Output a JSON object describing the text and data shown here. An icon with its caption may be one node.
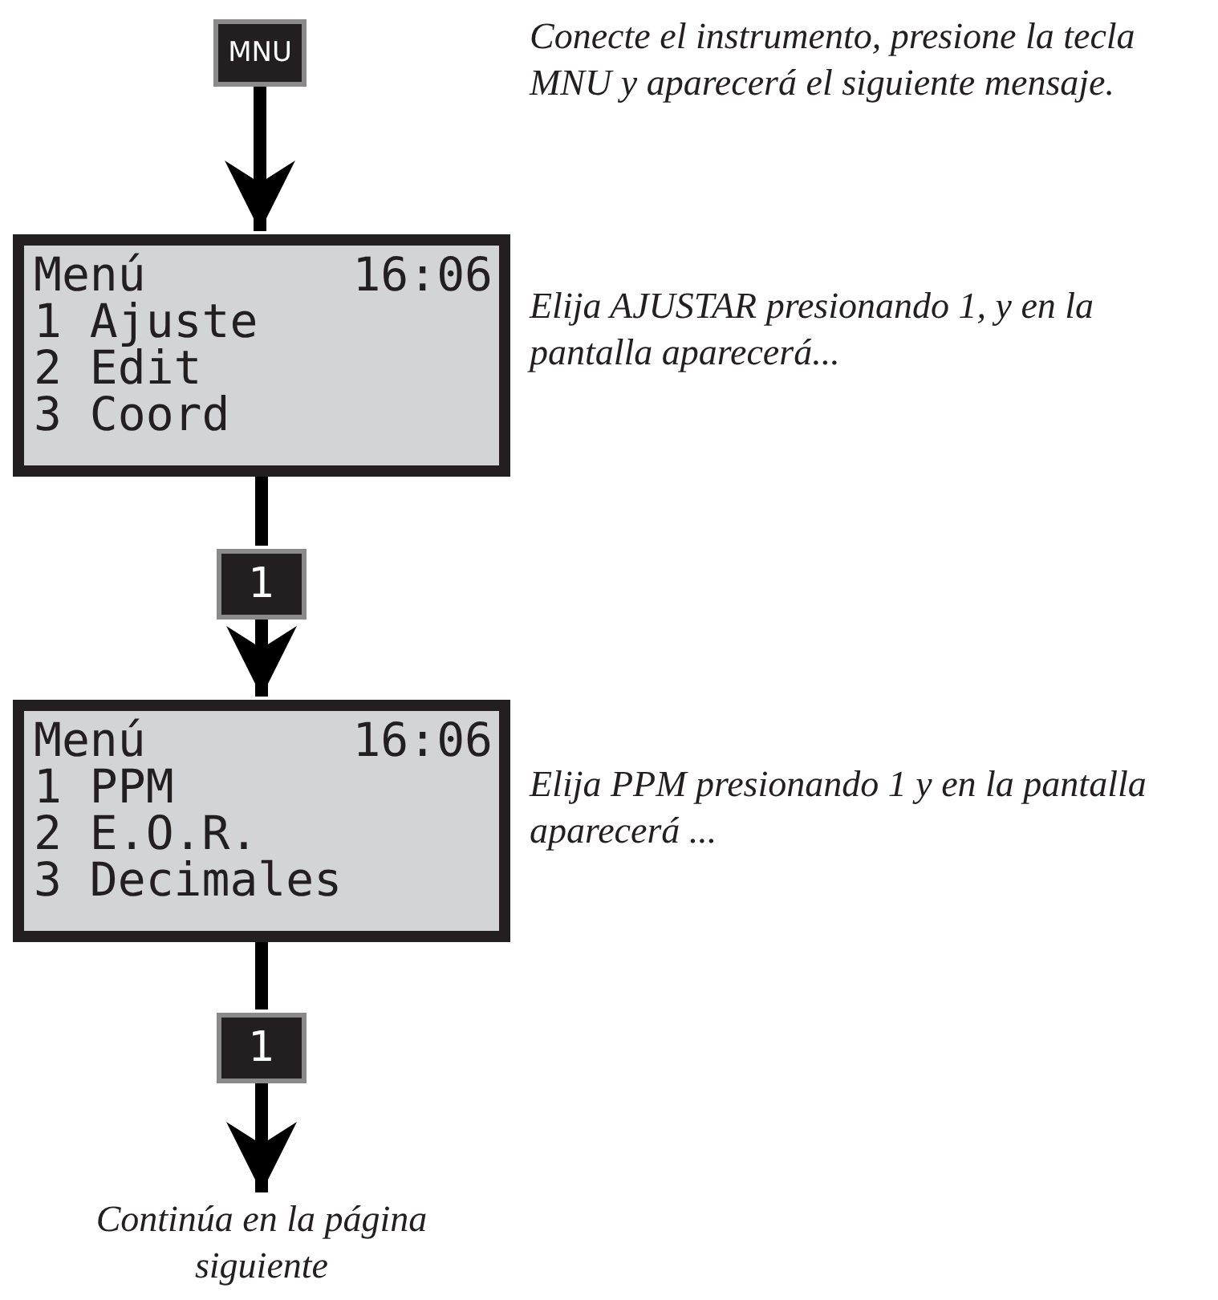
{
  "diagram": {
    "nodes": [
      {
        "text": [
          "MNU"
        ]
      },
      {
        "text": [
          "Menú",
          "16:06",
          "1 Ajuste",
          "2 Edit",
          "3 Coord"
        ],
        "beside": [
          "Elija AJUSTAR presionando 1, y en la pantalla aparecerá..."
        ]
      },
      {
        "text": [
          "1"
        ]
      },
      {
        "text": [
          "Menú",
          "16:06",
          "1 PPM",
          "2 E.O.R.",
          "3 Decimales"
        ],
        "beside": [
          "Elija PPM presionando 1 y en la pantalla aparecerá ..."
        ]
      },
      {
        "text": [
          "1"
        ]
      },
      {
        "text": [
          "Continúa en la página siguiente"
        ]
      }
    ],
    "edges": [
      {
        "from": 0,
        "to": 1,
        "arrow": "to"
      },
      {
        "from": 1,
        "to": 2,
        "arrow": "none"
      },
      {
        "from": 2,
        "to": 3,
        "arrow": "to"
      },
      {
        "from": 3,
        "to": 4,
        "arrow": "none"
      },
      {
        "from": 4,
        "to": 5,
        "arrow": "to"
      }
    ],
    "labels": [
      "Conecte el instrumento, presione la tecla MNU y aparecerá el siguiente mensaje."
    ]
  }
}
